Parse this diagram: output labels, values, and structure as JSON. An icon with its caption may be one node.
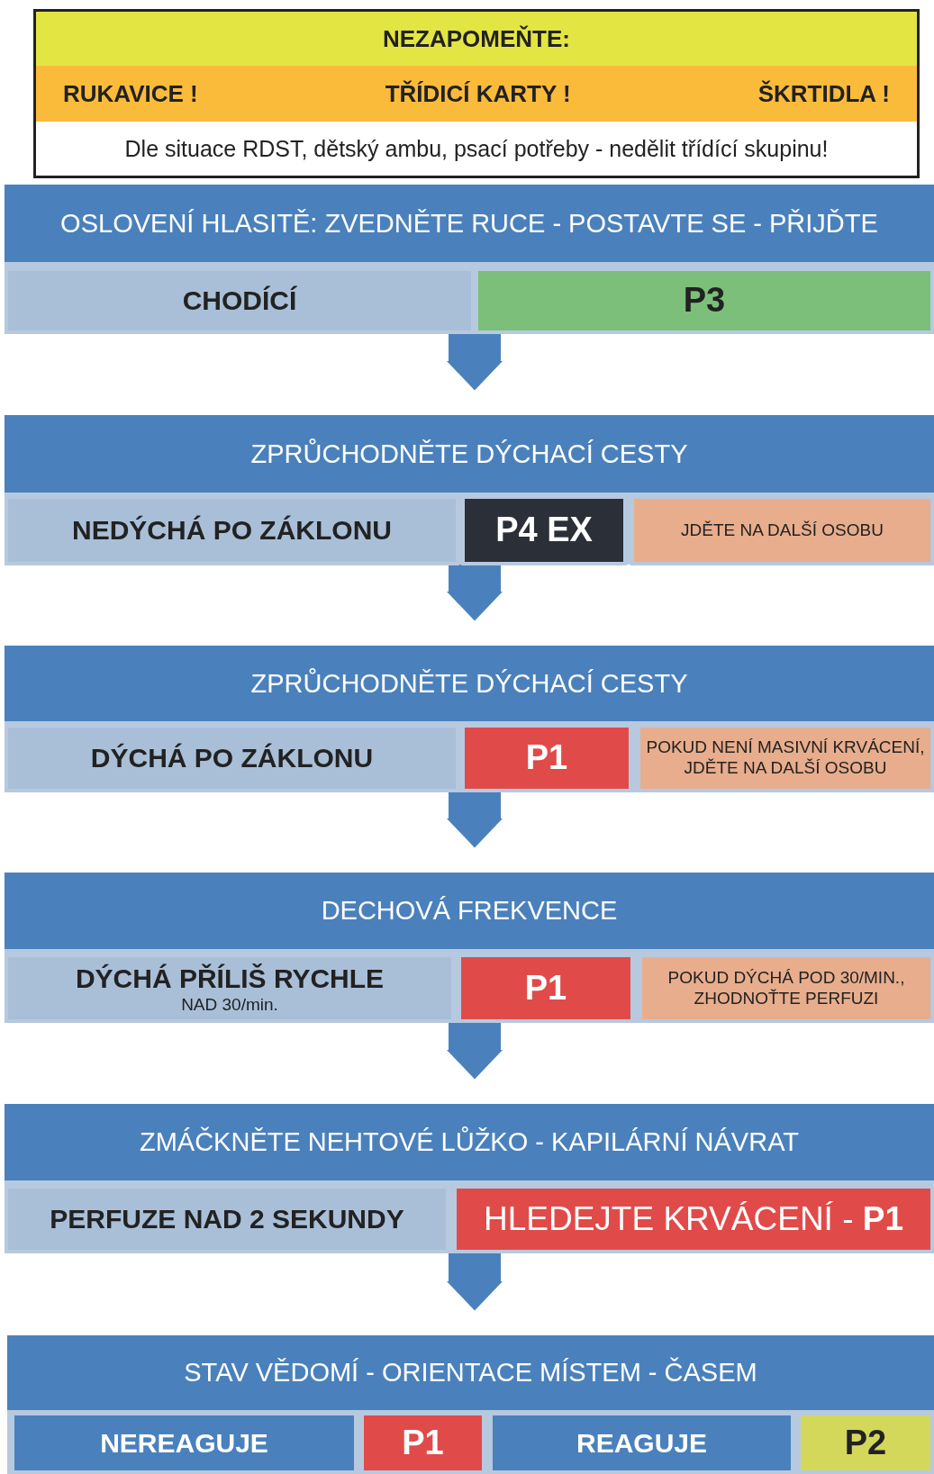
{
  "diagram": {
    "nodes": [
      {
        "text": [
          "NEZAPOMEŇTE:",
          "RUKAVICE !",
          "TŘÍDICÍ KARTY !",
          "ŠKRTIDLA !",
          "Dle situace RDST, dětský ambu, psací potřeby - nedělit třídící skupinu!"
        ]
      },
      {
        "text": [
          "OSLOVENÍ HLASITĚ: ZVEDNĚTE RUCE - POSTAVTE SE - PŘIJĎTE"
        ]
      },
      {
        "text": [
          "CHODÍCÍ"
        ],
        "in": 1
      },
      {
        "text": [
          "P3"
        ],
        "in": 1
      },
      {
        "text": [
          "ZPRŮCHODNĚTE DÝCHACÍ CESTY"
        ]
      },
      {
        "text": [
          "NEDÝCHÁ PO ZÁKLONU"
        ],
        "in": 4
      },
      {
        "text": [
          "P4 EX"
        ],
        "in": 4
      },
      {
        "text": [
          "JDĚTE NA DALŠÍ OSOBU"
        ],
        "in": 4
      },
      {
        "text": [
          "ZPRŮCHODNĚTE DÝCHACÍ CESTY"
        ]
      },
      {
        "text": [
          "DÝCHÁ PO ZÁKLONU"
        ],
        "in": 8
      },
      {
        "text": [
          "P1"
        ],
        "in": 8
      },
      {
        "text": [
          "POKUD NENÍ MASIVNÍ KRVÁCENÍ, JDĚTE NA DALŠÍ OSOBU"
        ],
        "in": 8
      },
      {
        "text": [
          "DECHOVÁ FREKVENCE"
        ]
      },
      {
        "text": [
          "DÝCHÁ PŘÍLIŠ RYCHLE",
          "NAD 30/min."
        ],
        "in": 12
      },
      {
        "text": [
          "P1"
        ],
        "in": 12
      },
      {
        "text": [
          "POKUD DÝCHÁ POD 30/MIN., ZHODNOŤTE PERFUZI"
        ],
        "in": 12
      },
      {
        "text": [
          "ZMÁČKNĚTE NEHTOVÉ LŮŽKO - KAPILÁRNÍ NÁVRAT"
        ]
      },
      {
        "text": [
          "PERFUZE NAD 2 SEKUNDY"
        ],
        "in": 16
      },
      {
        "text": [
          "HLEDEJTE KRVÁCENÍ - **P1**"
        ],
        "in": 16
      },
      {
        "text": [
          "STAV VĚDOMÍ - ORIENTACE MÍSTEM - ČASEM"
        ]
      },
      {
        "text": [
          "NEREAGUJE"
        ],
        "in": 19
      },
      {
        "text": [
          "P1"
        ],
        "in": 19
      },
      {
        "text": [
          "REAGUJE"
        ],
        "in": 19
      },
      {
        "text": [
          "P2"
        ],
        "in": 19
      }
    ],
    "edges": [
      {
        "from": 1,
        "to": 4,
        "arrow": "to"
      },
      {
        "from": 4,
        "to": 8,
        "arrow": "to"
      },
      {
        "from": 8,
        "to": 12,
        "arrow": "to"
      },
      {
        "from": 12,
        "to": 16,
        "arrow": "to"
      },
      {
        "from": 16,
        "to": 19,
        "arrow": "to"
      }
    ]
  }
}
